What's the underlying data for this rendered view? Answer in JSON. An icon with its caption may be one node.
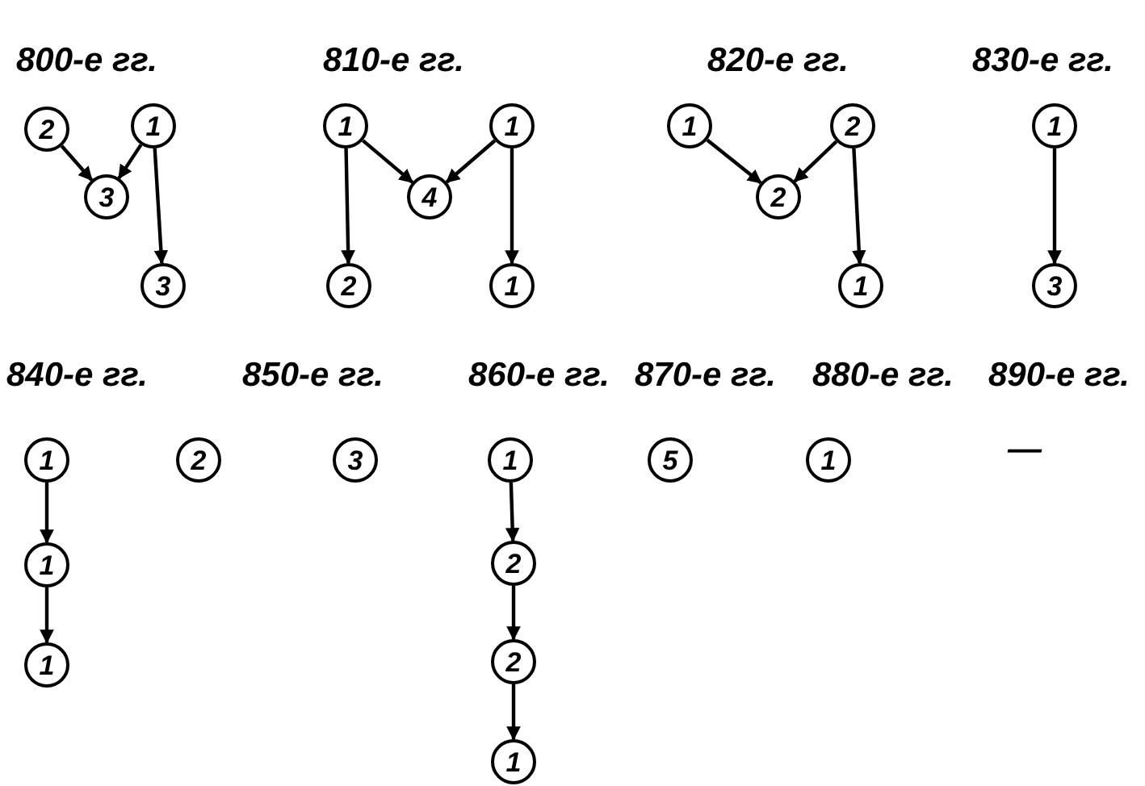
{
  "diagram": {
    "nodes": [
      {
        "text": [
          "2"
        ]
      },
      {
        "text": [
          "1"
        ]
      },
      {
        "text": [
          "3"
        ]
      },
      {
        "text": [
          "3"
        ]
      },
      {
        "text": [
          "1"
        ]
      },
      {
        "text": [
          "1"
        ]
      },
      {
        "text": [
          "4"
        ]
      },
      {
        "text": [
          "2"
        ]
      },
      {
        "text": [
          "1"
        ]
      },
      {
        "text": [
          "1"
        ]
      },
      {
        "text": [
          "2"
        ]
      },
      {
        "text": [
          "2"
        ]
      },
      {
        "text": [
          "1"
        ]
      },
      {
        "text": [
          "1"
        ]
      },
      {
        "text": [
          "3"
        ]
      },
      {
        "text": [
          "1"
        ]
      },
      {
        "text": [
          "1"
        ]
      },
      {
        "text": [
          "1"
        ]
      },
      {
        "text": [
          "2"
        ]
      },
      {
        "text": [
          "3"
        ]
      },
      {
        "text": [
          "1"
        ]
      },
      {
        "text": [
          "2"
        ]
      },
      {
        "text": [
          "2"
        ]
      },
      {
        "text": [
          "1"
        ]
      },
      {
        "text": [
          "5"
        ]
      },
      {
        "text": [
          "1"
        ]
      }
    ],
    "edges": [
      {
        "from": 0,
        "to": 2,
        "arrow": "to"
      },
      {
        "from": 1,
        "to": 2,
        "arrow": "to"
      },
      {
        "from": 1,
        "to": 3,
        "arrow": "to"
      },
      {
        "from": 4,
        "to": 6,
        "arrow": "to"
      },
      {
        "from": 5,
        "to": 6,
        "arrow": "to"
      },
      {
        "from": 4,
        "to": 7,
        "arrow": "to"
      },
      {
        "from": 5,
        "to": 8,
        "arrow": "to"
      },
      {
        "from": 9,
        "to": 11,
        "arrow": "to"
      },
      {
        "from": 10,
        "to": 11,
        "arrow": "to"
      },
      {
        "from": 10,
        "to": 12,
        "arrow": "to"
      },
      {
        "from": 13,
        "to": 14,
        "arrow": "to"
      },
      {
        "from": 15,
        "to": 16,
        "arrow": "to"
      },
      {
        "from": 16,
        "to": 17,
        "arrow": "to"
      },
      {
        "from": 20,
        "to": 21,
        "arrow": "to"
      },
      {
        "from": 21,
        "to": 22,
        "arrow": "to"
      },
      {
        "from": 22,
        "to": 23,
        "arrow": "to"
      }
    ],
    "labels": [
      "800-е гг.",
      "810-е гг.",
      "820-е гг.",
      "830-е гг.",
      "840-е гг.",
      "850-е гг.",
      "860-е гг.",
      "870-е гг.",
      "880-е гг.",
      "890-е гг.",
      "—"
    ]
  }
}
